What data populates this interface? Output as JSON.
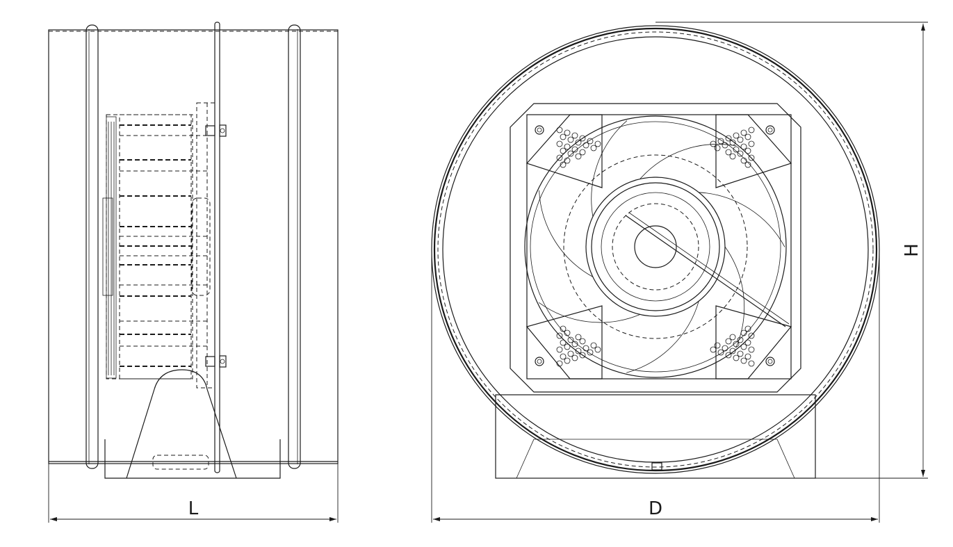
{
  "dimensions": {
    "length_label": "L",
    "diameter_label": "D",
    "height_label": "H"
  },
  "colors": {
    "line": "#1a1a1a",
    "background": "#ffffff"
  },
  "views": [
    {
      "name": "side-view"
    },
    {
      "name": "front-view"
    }
  ]
}
